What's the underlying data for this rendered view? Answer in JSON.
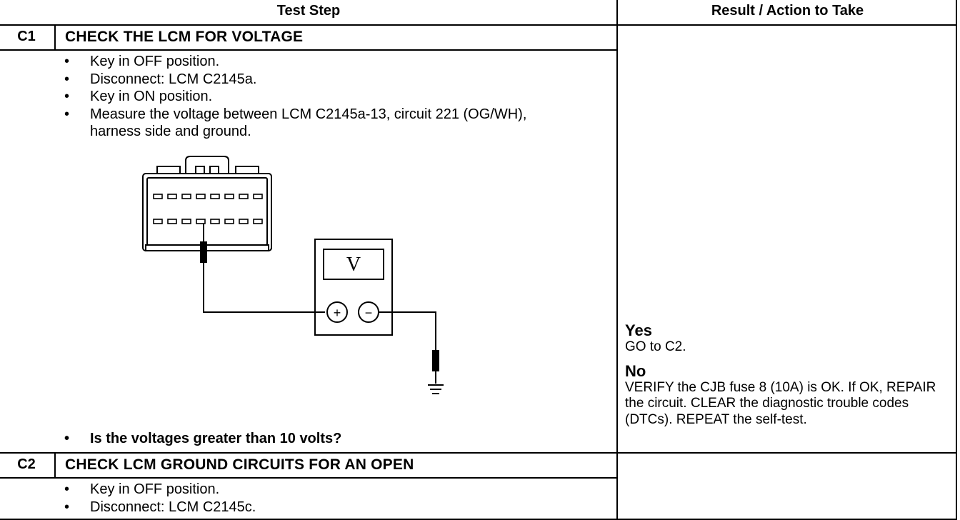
{
  "header": {
    "test_step": "Test Step",
    "result_action": "Result / Action to Take"
  },
  "steps": [
    {
      "id": "C1",
      "title": "CHECK THE LCM FOR VOLTAGE",
      "items": [
        "Key in OFF position.",
        "Disconnect: LCM C2145a.",
        "Key in ON position.",
        "Measure the voltage between LCM C2145a-13, circuit 221 (OG/WH), harness side and ground."
      ],
      "diagram": {
        "meter_symbol": "V",
        "plus_symbol": "+",
        "minus_symbol": "−"
      },
      "question": "Is the voltages greater than 10 volts?",
      "result": {
        "yes_label": "Yes",
        "yes_action": "GO to C2.",
        "no_label": "No",
        "no_action": "VERIFY the CJB fuse 8 (10A) is OK. If OK, REPAIR the circuit. CLEAR the diagnostic trouble codes (DTCs). REPEAT the self-test."
      }
    },
    {
      "id": "C2",
      "title": "CHECK LCM GROUND CIRCUITS FOR AN OPEN",
      "items": [
        "Key in OFF position.",
        "Disconnect: LCM C2145c."
      ]
    }
  ]
}
